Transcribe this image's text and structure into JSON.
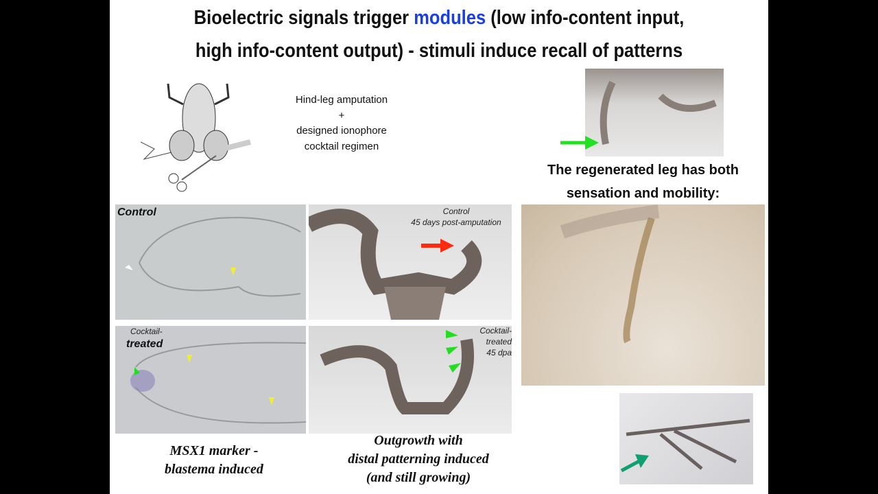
{
  "title": {
    "line1_a": "Bioelectric signals trigger ",
    "line1_highlight": "modules",
    "line1_b": " (low info-content input,",
    "line2": "high info-content output) - stimuli induce recall of patterns"
  },
  "procedure": {
    "line1": "Hind-leg amputation",
    "line2": "+",
    "line3": "designed ionophore",
    "line4": "cocktail regimen"
  },
  "regenerated": {
    "line1": "The regenerated leg has both",
    "line2": "sensation and mobility:"
  },
  "panels": {
    "control_label": "Control",
    "control_photo_line1": "Control",
    "control_photo_line2": "45 days post-amputation",
    "cocktail_label_1": "Cocktail-",
    "cocktail_label_2": "treated",
    "cocktail_photo_line1": "Cocktail-",
    "cocktail_photo_line2": "treated",
    "cocktail_photo_line3": "45 dpa"
  },
  "captions": {
    "msx1_line1": "MSX1 marker -",
    "msx1_line2": "blastema induced",
    "outgrowth_line1": "Outgrowth with",
    "outgrowth_line2": "distal patterning induced",
    "outgrowth_line3": "(and still growing)"
  },
  "colors": {
    "highlight": "#1a3fe0",
    "red_arrow": "#ff2a10",
    "green_arrow": "#22e022",
    "teal_arrow": "#10a070"
  }
}
